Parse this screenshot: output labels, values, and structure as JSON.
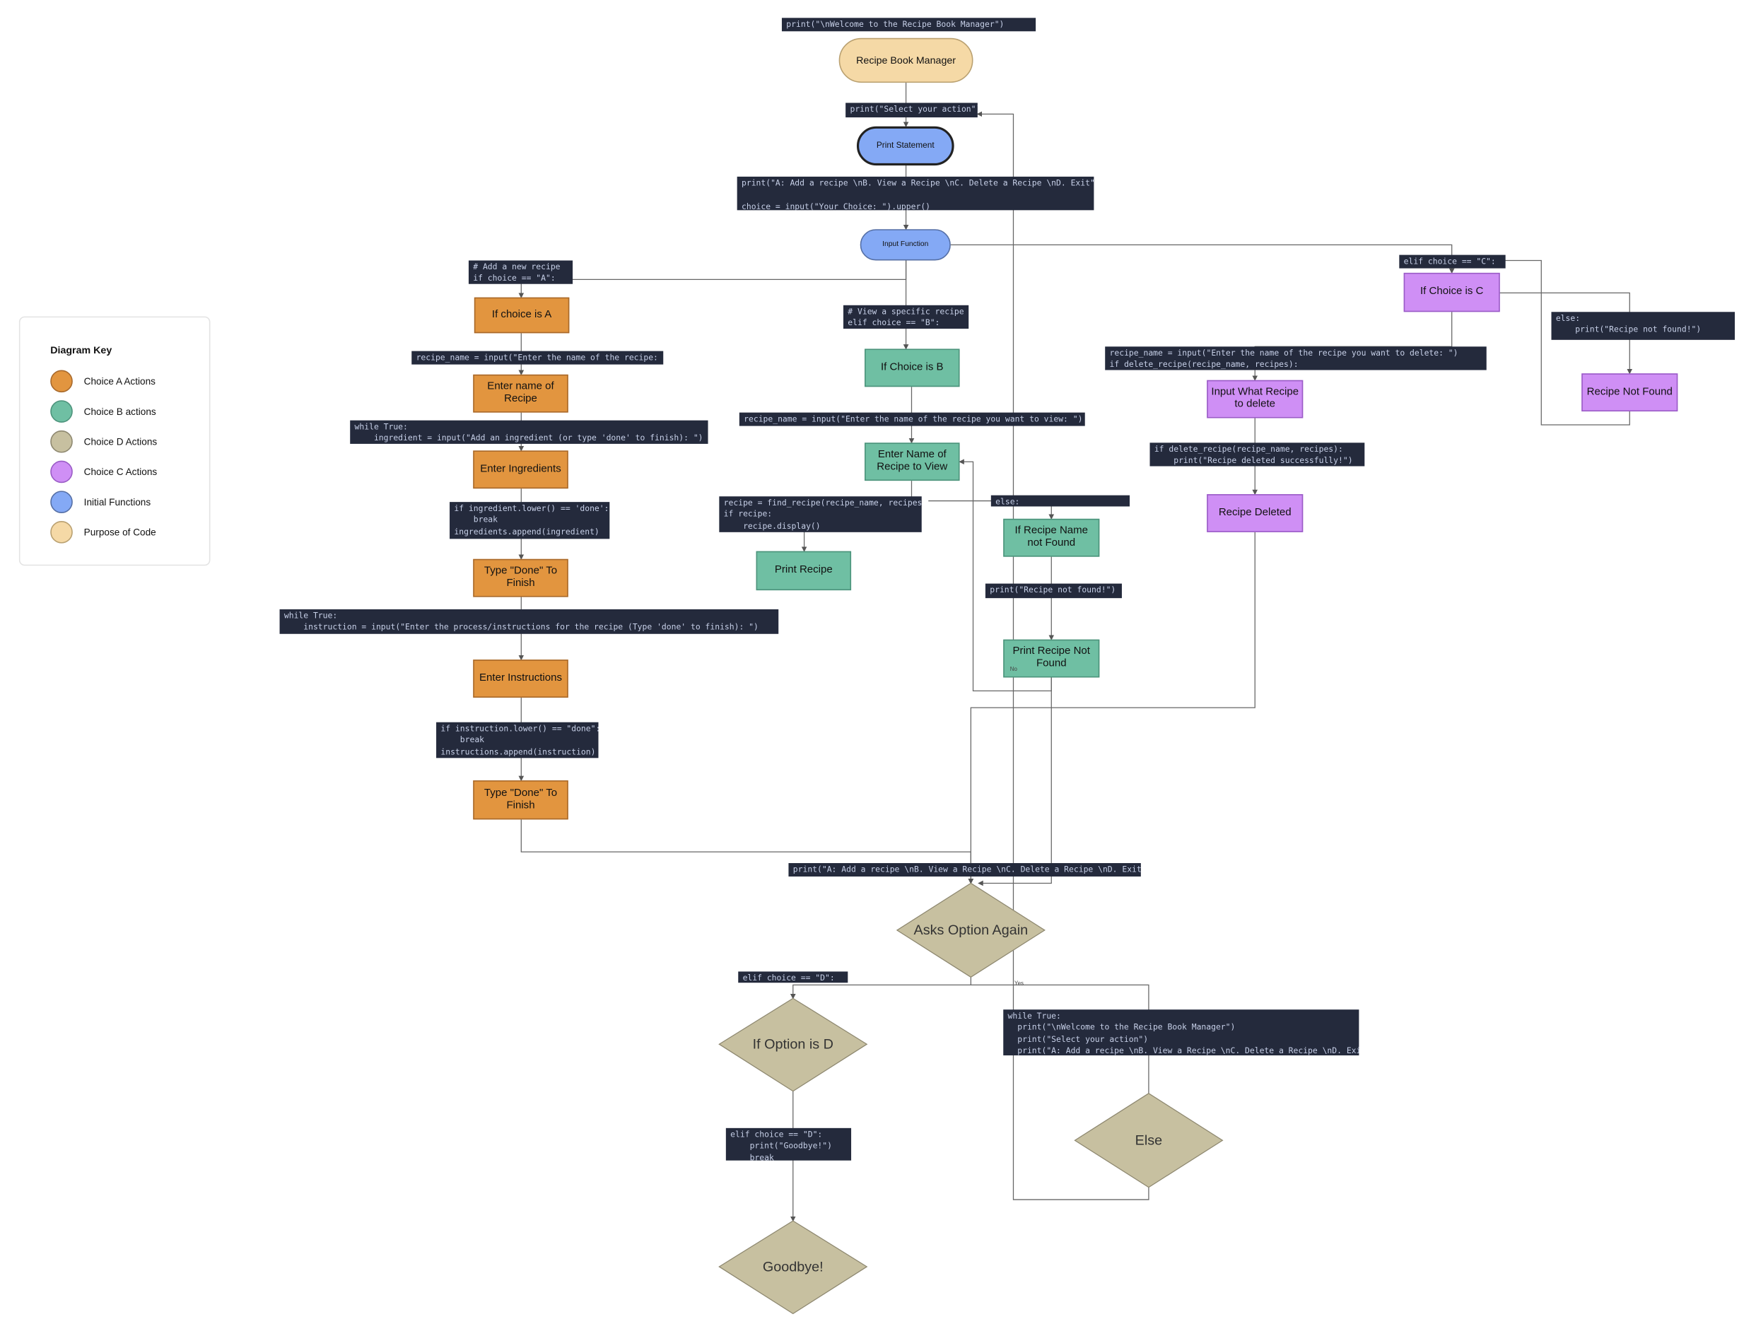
{
  "nodes": {
    "purpose": "Recipe Book Manager",
    "print_statement": "Print Statement",
    "input_function": "Input Function",
    "choice_a": "If choice is A",
    "enter_recipe_name": "Enter name of Recipe",
    "enter_ingredients": "Enter Ingredients",
    "type_done_1": "Type \"Done\" To Finish",
    "enter_instructions": "Enter Instructions",
    "type_done_2": "Type \"Done\" To Finish",
    "choice_b": "If Choice is B",
    "enter_name_view": "Enter Name of Recipe to View",
    "print_recipe": "Print Recipe",
    "recipe_name_not_found": "If Recipe Name not Found",
    "print_recipe_not_found": "Print Recipe Not Found",
    "choice_c": "If Choice is C",
    "input_delete": "Input What Recipe to delete",
    "recipe_deleted": "Recipe Deleted",
    "recipe_not_found": "Recipe Not Found",
    "asks_option_again": "Asks Option Again",
    "option_d": "If Option is D",
    "else": "Else",
    "goodbye": "Goodbye!"
  },
  "edge_labels": {
    "no": "No",
    "yes": "Yes"
  },
  "code": {
    "welcome": "print(\"\\nWelcome to the Recipe Book Manager\")",
    "select_action": "print(\"Select your action\")",
    "menu": "print(\"A: Add a recipe \\nB. View a Recipe \\nC. Delete a Recipe \\nD. Exit\")\n\nchoice = input(\"Your Choice: \").upper()",
    "if_a": "# Add a new recipe\nif choice == \"A\":",
    "recipe_name_input": "recipe_name = input(\"Enter the name of the recipe: \")",
    "ingredient_loop": "while True:\n    ingredient = input(\"Add an ingredient (or type 'done' to finish): \")",
    "ingredient_done": "if ingredient.lower() == 'done':\n    break\ningredients.append(ingredient)",
    "instruction_loop": "while True:\n    instruction = input(\"Enter the process/instructions for the recipe (Type 'done' to finish): \")",
    "instruction_done": "if instruction.lower() == \"done\":\n    break\ninstructions.append(instruction)",
    "elif_b": "# View a specific recipe\nelif choice == \"B\":",
    "view_name_input": "recipe_name = input(\"Enter the name of the recipe you want to view: \")",
    "find_recipe": "recipe = find_recipe(recipe_name, recipes)\nif recipe:\n    recipe.display()",
    "else_b": "else:",
    "not_found_b": "print(\"Recipe not found!\")",
    "elif_c": "elif choice == \"C\":",
    "delete_input": "recipe_name = input(\"Enter the name of the recipe you want to delete: \")\nif delete_recipe(recipe_name, recipes):",
    "delete_success": "if delete_recipe(recipe_name, recipes):\n    print(\"Recipe deleted successfully!\")",
    "else_c": "else:\n    print(\"Recipe not found!\")",
    "menu_again": "print(\"A: Add a recipe \\nB. View a Recipe \\nC. Delete a Recipe \\nD. Exit\")",
    "elif_d": "elif choice == \"D\":",
    "while_true_block": "while True:\n  print(\"\\nWelcome to the Recipe Book Manager\")\n  print(\"Select your action\")\n  print(\"A: Add a recipe \\nB. View a Recipe \\nC. Delete a Recipe \\nD. Exit\")",
    "goodbye_code": "elif choice == \"D\":\n    print(\"Goodbye!\")\n    break"
  },
  "key": {
    "title": "Diagram Key",
    "items": [
      {
        "label": "Choice A Actions",
        "color": "#e2953f"
      },
      {
        "label": "Choice B actions",
        "color": "#6fbfa3"
      },
      {
        "label": "Choice D Actions",
        "color": "#c7c0a0"
      },
      {
        "label": "Choice C Actions",
        "color": "#cf8ff5"
      },
      {
        "label": "Initial Functions",
        "color": "#84a9f5"
      },
      {
        "label": "Purpose of Code",
        "color": "#f5d9a6"
      }
    ]
  },
  "colors": {
    "code_bg": "#242a3c",
    "line": "#555555",
    "diamond": "#c7c0a0"
  }
}
